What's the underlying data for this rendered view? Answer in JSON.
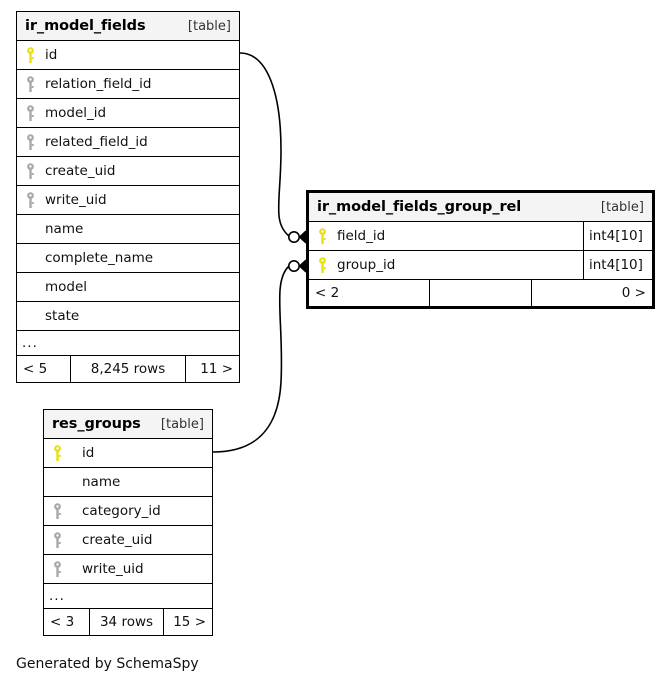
{
  "diagram": {
    "generator_text": "Generated by SchemaSpy",
    "table_tag": "[table]",
    "ellipsis": "...",
    "key_colors": {
      "primary": "#e8e014",
      "foreign": "#a9a9a9"
    }
  },
  "tables": [
    {
      "id": "ir_model_fields",
      "name": "ir_model_fields",
      "tag": "[table]",
      "emphasis": false,
      "columns": [
        {
          "name": "id",
          "key": "primary"
        },
        {
          "name": "relation_field_id",
          "key": "foreign"
        },
        {
          "name": "model_id",
          "key": "foreign"
        },
        {
          "name": "related_field_id",
          "key": "foreign"
        },
        {
          "name": "create_uid",
          "key": "foreign"
        },
        {
          "name": "write_uid",
          "key": "foreign"
        },
        {
          "name": "name",
          "key": "none"
        },
        {
          "name": "complete_name",
          "key": "none"
        },
        {
          "name": "model",
          "key": "none"
        },
        {
          "name": "state",
          "key": "none"
        }
      ],
      "has_ellipsis": true,
      "footer": {
        "left": "< 5",
        "mid": "8,245 rows",
        "right": "11 >"
      }
    },
    {
      "id": "ir_model_fields_group_rel",
      "name": "ir_model_fields_group_rel",
      "tag": "[table]",
      "emphasis": true,
      "columns": [
        {
          "name": "field_id",
          "key": "primary",
          "type": "int4[10]"
        },
        {
          "name": "group_id",
          "key": "primary",
          "type": "int4[10]"
        }
      ],
      "has_ellipsis": false,
      "footer": {
        "left": "< 2",
        "mid": "",
        "right": "0 >"
      }
    },
    {
      "id": "res_groups",
      "name": "res_groups",
      "tag": "[table]",
      "emphasis": false,
      "columns": [
        {
          "name": "id",
          "key": "primary"
        },
        {
          "name": "name",
          "key": "none"
        },
        {
          "name": "category_id",
          "key": "foreign"
        },
        {
          "name": "create_uid",
          "key": "foreign"
        },
        {
          "name": "write_uid",
          "key": "foreign"
        }
      ],
      "has_ellipsis": true,
      "footer": {
        "left": "< 3",
        "mid": "34 rows",
        "right": "15 >"
      }
    }
  ],
  "relationships": [
    {
      "from_table": "ir_model_fields",
      "from_column": "id",
      "to_table": "ir_model_fields_group_rel",
      "to_column": "field_id",
      "from_cardinality": "one",
      "to_cardinality": "zero-or-many"
    },
    {
      "from_table": "res_groups",
      "from_column": "id",
      "to_table": "ir_model_fields_group_rel",
      "to_column": "group_id",
      "from_cardinality": "one",
      "to_cardinality": "zero-or-many"
    }
  ]
}
